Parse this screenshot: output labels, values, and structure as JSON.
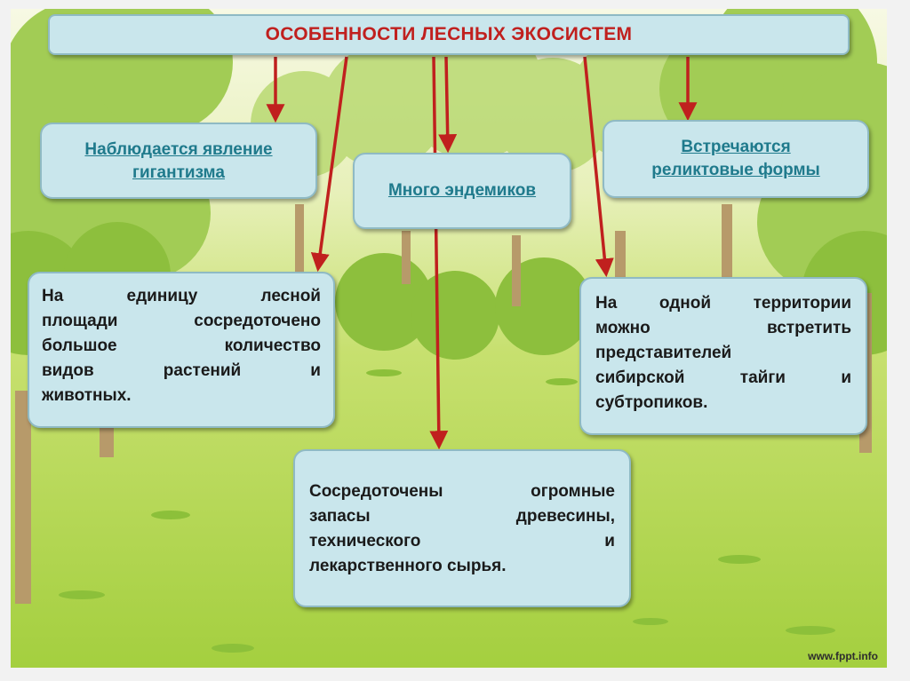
{
  "title": "ОСОБЕННОСТИ ЛЕСНЫХ ЭКОСИСТЕМ",
  "boxes": {
    "gigantism": [
      "Наблюдается явление",
      "гигантизма"
    ],
    "endemics": [
      "Много эндемиков"
    ],
    "relict": [
      "Встречаются",
      "реликтовые формы"
    ],
    "species": [
      "На единицу лесной",
      "площади сосредоточено",
      "большое количество",
      "видов растений и",
      "животных."
    ],
    "territory": [
      "На одной территории",
      "можно встретить",
      "представителей",
      "сибирской тайги и",
      "субтропиков."
    ],
    "resources": [
      "Сосредоточены огромные",
      "запасы древесины,",
      "технического и",
      "лекарственного сырья."
    ]
  },
  "watermark": "www.fppt.info",
  "colors": {
    "arrow": "#c0201e",
    "title": "#c0201e",
    "header_text": "#1f7a8c",
    "box_fill": "#c9e6ec",
    "box_border": "#8fbac4"
  }
}
